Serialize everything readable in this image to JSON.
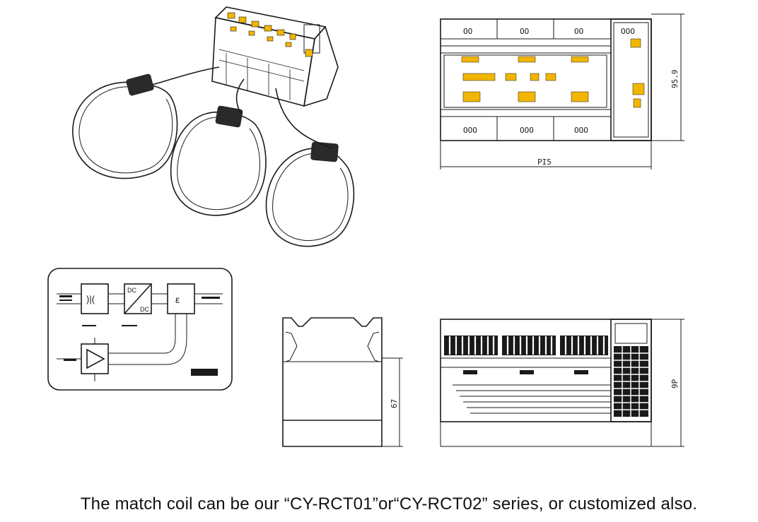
{
  "dimensions": {
    "front_width": "PI5",
    "front_height": "95.9",
    "side_height": "67",
    "back_height": "9P"
  },
  "block_diagram": {
    "dc_top": "DC",
    "dc_bottom": "DC"
  },
  "colors": {
    "accent_yellow": "#f2b500",
    "line": "#1a1a1a"
  },
  "caption": "The match coil can be our “CY-RCT01”or“CY-RCT02” series, or customized also."
}
